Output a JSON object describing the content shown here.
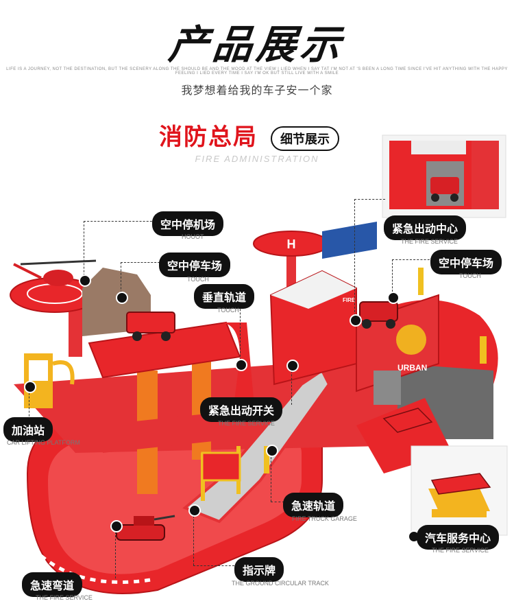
{
  "header": {
    "title": "产品展示",
    "tagline": "LIFE IS A JOURNEY, NOT THE DESTINATION, BUT THE SCENERY ALONG THE SHOULD BE AND THE MOOD AT THE VIEW | LIED WHEN I SAY TAT I'M NOT AT 'S BEEN A LONG TIME SINCE I'VE HIT ANYTHING WITH THE HAPPY FEELING I LIED EVERY TIME I SAY I'M OK BUT STILL LIVE WITH A SMILE",
    "subtitle": "我梦想着给我的车子安一个家"
  },
  "section": {
    "title": "消防总局",
    "pill": "细节展示",
    "title_en": "FIRE ADMINISTRATION"
  },
  "callouts": {
    "heliport": {
      "label": "空中停机场",
      "sub": "HOUOT"
    },
    "sky_parking_left": {
      "label": "空中停车场",
      "sub": "TOUCH"
    },
    "vertical_track": {
      "label": "垂直轨道",
      "sub": "TOUCH"
    },
    "emergency_center": {
      "label": "紧急出动中心",
      "sub": "THE FIRE SERVICE"
    },
    "sky_parking_right": {
      "label": "空中停车场",
      "sub": "TOUCH"
    },
    "emergency_switch": {
      "label": "紧急出动开关",
      "sub": "THE FIRE SERVICE"
    },
    "gas_station": {
      "label": "加油站",
      "sub": "CAR LIFTING PLATFORM"
    },
    "fast_track": {
      "label": "急速轨道",
      "sub": "FIRE TRUCK GARAGE"
    },
    "service_center": {
      "label": "汽车服务中心",
      "sub": "THE FIRE SERVICE"
    },
    "signpost": {
      "label": "指示牌",
      "sub": "THE GROUND CIRCULAR TRACK"
    },
    "fast_curve": {
      "label": "急速弯道",
      "sub": "THE FIRE SERVICE"
    }
  },
  "scene": {
    "building_sign": "FIRE DEPARTMENT",
    "urban_sign": "URBAN"
  },
  "colors": {
    "accent_red": "#e0141c",
    "toy_red": "#e8262a",
    "toy_dark_red": "#b81418",
    "label_bg": "#111111"
  }
}
